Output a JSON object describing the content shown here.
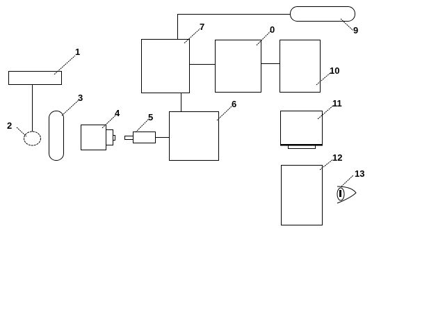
{
  "colors": {
    "stroke": "#000000",
    "background": "#ffffff"
  },
  "labels": {
    "l1": "1",
    "l2": "2",
    "l3": "3",
    "l4": "4",
    "l5": "5",
    "l6": "6",
    "l7": "7",
    "l8": "0",
    "l9": "9",
    "l10": "10",
    "l11": "11",
    "l12": "12",
    "l13": "13"
  }
}
